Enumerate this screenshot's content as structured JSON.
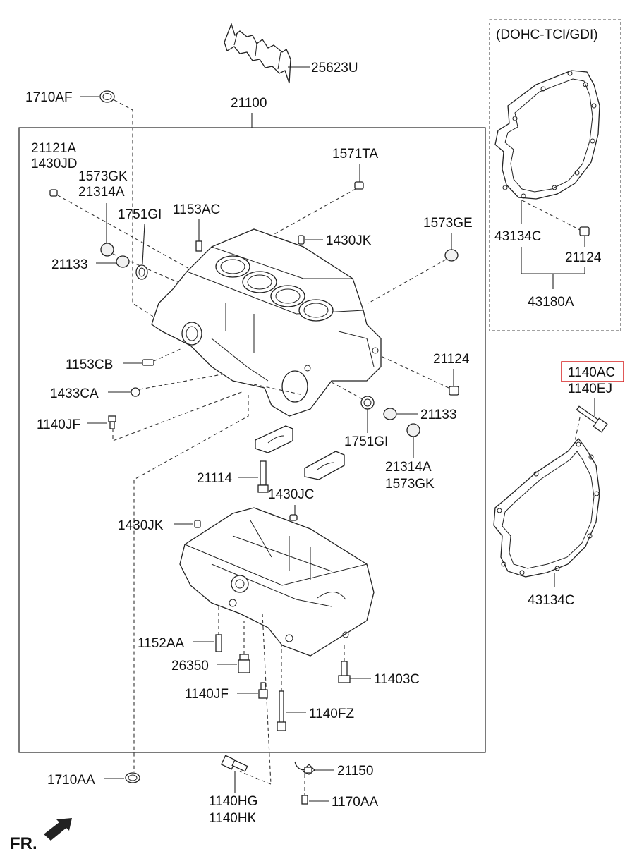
{
  "variant_label": "(DOHC-TCI/GDI)",
  "highlighted_part": "1140AC",
  "orientation_label": "FR.",
  "parts": {
    "p25623U": "25623U",
    "p1710AF": "1710AF",
    "p21100": "21100",
    "p21121A": "21121A",
    "p1430JD": "1430JD",
    "p1573GK_top": "1573GK",
    "p21314A_top": "21314A",
    "p1571TA": "1571TA",
    "p1751GI_top": "1751GI",
    "p1153AC": "1153AC",
    "p1573GE": "1573GE",
    "p1430JK_top": "1430JK",
    "p21133_left": "21133",
    "p1153CB": "1153CB",
    "p21124_mid": "21124",
    "p1433CA": "1433CA",
    "p1140JF_top": "1140JF",
    "p21133_right": "21133",
    "p1751GI_bot": "1751GI",
    "p21314A_bot": "21314A",
    "p1573GK_bot": "1573GK",
    "p21114": "21114",
    "p1430JC": "1430JC",
    "p1430JK_bot": "1430JK",
    "p1152AA": "1152AA",
    "p26350": "26350",
    "p11403C": "11403C",
    "p1140JF_bot": "1140JF",
    "p1140FZ": "1140FZ",
    "p1710AA": "1710AA",
    "p21150": "21150",
    "p1140HG": "1140HG",
    "p1140HK": "1140HK",
    "p1170AA": "1170AA",
    "p43134C_top": "43134C",
    "p21124_right": "21124",
    "p43180A": "43180A",
    "p1140AC": "1140AC",
    "p1140EJ": "1140EJ",
    "p43134C_bot": "43134C"
  }
}
